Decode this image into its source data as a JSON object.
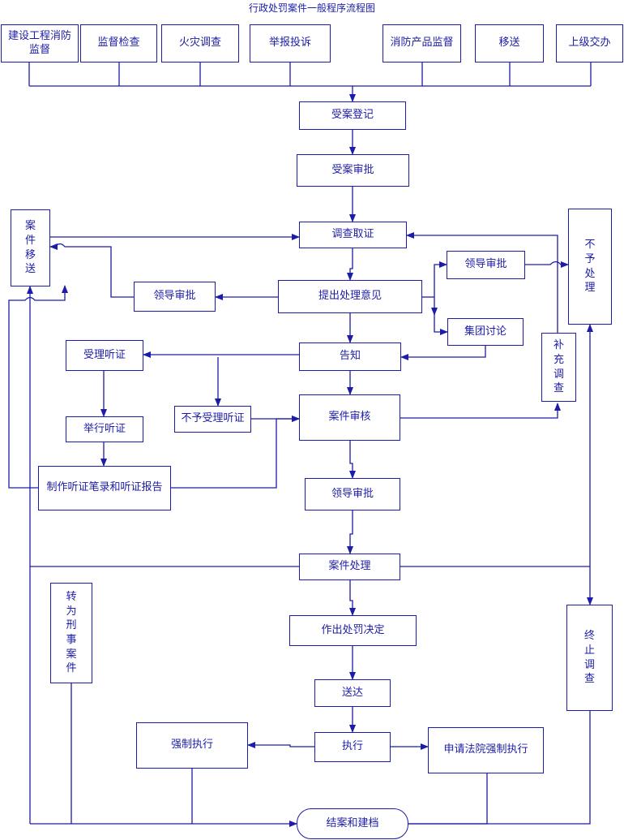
{
  "title": "行政处罚案件一般程序流程图",
  "sources": {
    "s1": "建设工程消防监督",
    "s2": "监督检查",
    "s3": "火灾调查",
    "s4": "举报投诉",
    "s5": "消防产品监督",
    "s6": "移送",
    "s7": "上级交办"
  },
  "nodes": {
    "register": "受案登记",
    "register_approve": "受案审批",
    "investigate": "调查取证",
    "propose": "提出处理意见",
    "leader_approve_left": "领导审批",
    "leader_approve_right": "领导审批",
    "group_discuss": "集团讨论",
    "notify": "告知",
    "accept_hearing": "受理听证",
    "hold_hearing": "举行听证",
    "reject_hearing": "不予受理听证",
    "hearing_report": "制作听证笔录和听证报告",
    "case_review": "案件审核",
    "leader_approve_mid": "领导审批",
    "case_handle": "案件处理",
    "decide_penalty": "作出处罚决定",
    "deliver": "送达",
    "execute": "执行",
    "force_execute": "强制执行",
    "court_execute": "申请法院强制执行",
    "close_archive": "结案和建档",
    "case_transfer": [
      "案",
      "件",
      "移",
      "送"
    ],
    "no_handle": [
      "不",
      "予",
      "处",
      "理"
    ],
    "supplement": [
      "补",
      "充",
      "调",
      "查"
    ],
    "criminal": [
      "转",
      "为",
      "刑",
      "事",
      "案",
      "件"
    ],
    "terminate": [
      "终",
      "止",
      "调",
      "查"
    ]
  },
  "colors": {
    "stroke": "#1c1ca8",
    "text": "#1c1ca8",
    "background": "#ffffff"
  }
}
